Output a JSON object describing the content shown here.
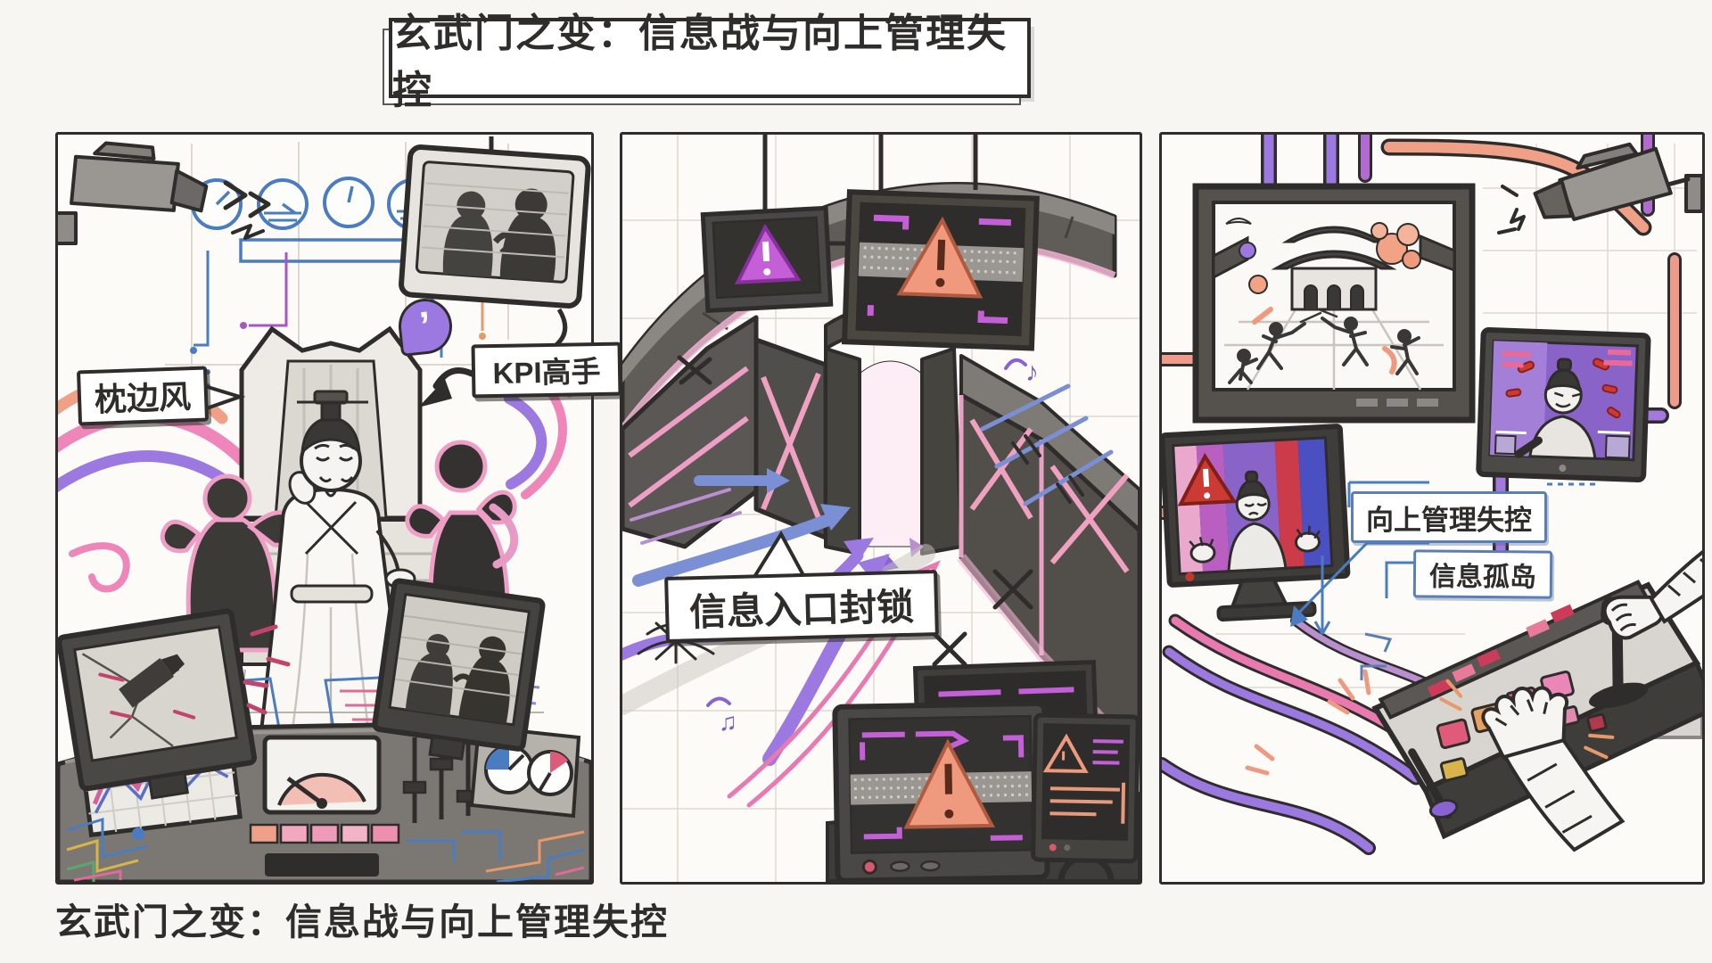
{
  "title": {
    "banner": "玄武门之变：信息战与向上管理失控"
  },
  "caption": "玄武门之变：信息战与向上管理失控",
  "panel_left": {
    "label_pillow_talk": "枕边风",
    "label_kpi_master": "KPI高手",
    "whisper_quote": "’"
  },
  "panel_middle": {
    "label_info_gate_block": "信息入口封锁"
  },
  "panel_right": {
    "label_upward_management_fail": "向上管理失控",
    "label_information_island": "信息孤岛"
  },
  "icons": {
    "music_note": "♪",
    "music_note_double": "♫"
  },
  "colors": {
    "ink": "#2f2d2b",
    "paper": "#f8f6f2",
    "panel": "#fcfbf8",
    "pink": "#ee86ba",
    "softpink": "#f4b8d6",
    "purple": "#9b79e0",
    "violet": "#c45fd8",
    "salmon": "#f0a087",
    "blue": "#4a7cc2",
    "periwinkle": "#7b8fd4",
    "alert": "#cc3b33",
    "label-blue": "#5b7fb5"
  }
}
